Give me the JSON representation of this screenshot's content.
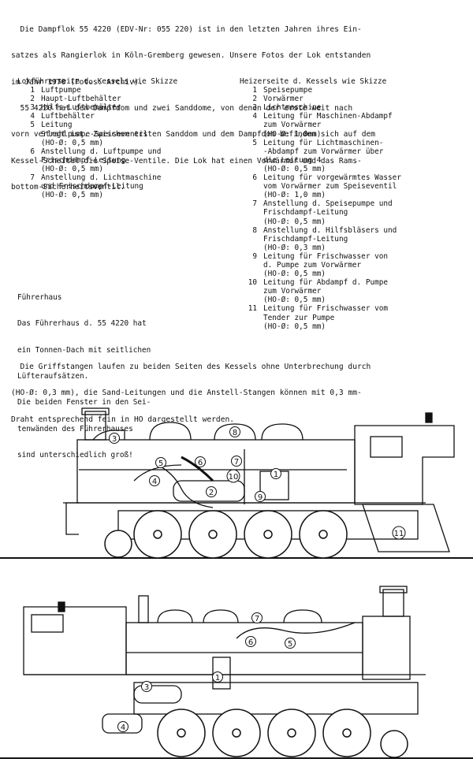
{
  "intro": [
    "  Die Dampflok 55 4220 (EDV-Nr: 055 220) ist in den letzten Jahren ihres Ein-",
    "satzes als Rangierlok in Köln-Gremberg gewesen. Unsere Fotos der Lok entstanden",
    "im Jahr 1970 (Fotos: Archiv).",
    "  55 4220 hat den Dampfdom und zwei Sanddome, von denen der erste weit nach",
    "vorn verlegt ist. Zwischen ersten Sanddom und dem Dampfdom befinden sich auf dem",
    "Kessel-Scheitel die Speise-Ventile. Die Lok hat einen Vorwärmer und das Rams-",
    "bottom-Sicherheitsventil."
  ],
  "left_heading": "Lokführerseite d. Kessels wie Skizze",
  "left_items": [
    {
      "n": "1",
      "t": "Luftpumpe"
    },
    {
      "n": "2",
      "t": "Haupt-Luftbehälter"
    },
    {
      "n": "3",
      "t": "Hilfs-Luftbehälter"
    },
    {
      "n": "4",
      "t": "Luftbehälter"
    },
    {
      "n": "5",
      "t": "Leitung\nStrahlpumpe-Speiseventil\n(HO-Ø: 0,5 mm)"
    },
    {
      "n": "6",
      "t": "Anstellung d. Luftpumpe und\nFrischdampf-Leitung\n(HO-Ø: 0,5 mm)"
    },
    {
      "n": "7",
      "t": "Anstellung d. Lichtmaschine\nund Frischdampf-Leitung\n(HO-Ø: 0,5 mm)"
    }
  ],
  "right_heading": "Heizerseite d. Kessels wie Skizze",
  "right_items": [
    {
      "n": "1",
      "t": "Speisepumpe"
    },
    {
      "n": "2",
      "t": "Vorwärmer"
    },
    {
      "n": "3",
      "t": "Lichtmaschine"
    },
    {
      "n": "4",
      "t": "Leitung für Maschinen-Abdampf\nzum Vorwärmer\n(HO-Ø: 1,0mm)"
    },
    {
      "n": "5",
      "t": "Leitung für Lichtmaschinen-\n-Abdampf zum Vorwärmer über\ndie Leitung 4\n(HO-Ø: 0,5 mm)"
    },
    {
      "n": "6",
      "t": "Leitung für vorgewärmtes Wasser\nvom Vorwärmer zum Speiseventil\n(HO-Ø: 1,0 mm)"
    },
    {
      "n": "7",
      "t": "Anstellung d. Speisepumpe und\nFrischdampf-Leitung\n(HO-Ø: 0,5 mm)"
    },
    {
      "n": "8",
      "t": "Anstellung d. Hilfsbläsers und\nFrischdampf-Leitung\n(HO-Ø: 0,3 mm)"
    },
    {
      "n": "9",
      "t": "Leitung für Frischwasser von\nd. Pumpe zum Vorwärmer\n(HO-Ø: 0,5 mm)"
    },
    {
      "n": "10",
      "t": "Leitung für Abdampf d. Pumpe\nzum Vorwärmer\n(HO-Ø: 0,5 mm)"
    },
    {
      "n": "11",
      "t": "Leitung für Frischwasser vom\nTender zur Pumpe\n(HO-Ø: 0,5 mm)"
    }
  ],
  "cab": [
    "Führerhaus",
    "Das Führerhaus d. 55 4220 hat",
    "ein Tonnen-Dach mit seitlichen",
    "Lüfteraufsätzen.",
    "Die beiden Fenster in den Sei-",
    "tenwänden des Führerhauses",
    "sind unterschiedlich groß!"
  ],
  "outro": [
    "  Die Griffstangen laufen zu beiden Seiten des Kessels ohne Unterbrechung durch",
    "(HO-Ø: 0,3 mm), die Sand-Leitungen und die Anstell-Stangen können mit 0,3 mm-",
    "Draht entsprechend fein in HO dargestellt werden."
  ],
  "drawing_top_labels": [
    "1",
    "2",
    "3",
    "4",
    "5",
    "6",
    "7",
    "8",
    "9",
    "10",
    "11"
  ],
  "drawing_bottom_labels": [
    "1",
    "3",
    "4",
    "5",
    "6",
    "7"
  ]
}
